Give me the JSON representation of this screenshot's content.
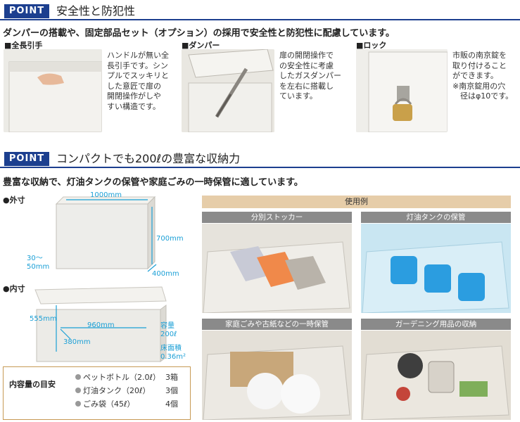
{
  "point1": {
    "badge": "POINT",
    "title": "安全性と防犯性",
    "lead": "ダンパーの搭載や、固定部品セット（オプション）の採用で安全性と防犯性に配慮しています。"
  },
  "features": [
    {
      "heading": "■全長引手",
      "lines": [
        "ハンドルが無い全",
        "長引手です。シン",
        "プルでスッキリと",
        "した意匠で扉の",
        "開閉操作がしや",
        "すい構造です。"
      ]
    },
    {
      "heading": "■ダンパー",
      "lines": [
        "扉の開閉操作で",
        "の安全性に考慮",
        "したガスダンパー",
        "を左右に搭載し",
        "ています。"
      ]
    },
    {
      "heading": "■ロック",
      "lines": [
        "市販の南京錠を",
        "取り付けること",
        "ができます。",
        "※南京錠用の穴",
        "　径はφ10です。"
      ]
    }
  ],
  "point2": {
    "badge": "POINT",
    "title": "コンパクトでも200ℓの豊富な収納力",
    "lead": "豊富な収納で、灯油タンクの保管や家庭ごみの一時保管に適しています。"
  },
  "outer": {
    "label": "●外寸",
    "width": "1000mm",
    "height": "700mm",
    "depth": "400mm",
    "leg_top": "30～",
    "leg_bottom": "50mm"
  },
  "inner": {
    "label": "●内寸",
    "height": "555mm",
    "width": "960mm",
    "depth": "380mm",
    "capacity_label": "容量",
    "capacity_value": "200ℓ",
    "floor_label": "床面積",
    "floor_value": "0.36m²"
  },
  "usage": {
    "title": "使用例",
    "items": [
      "分別ストッカー",
      "灯油タンクの保管",
      "家庭ごみや古紙などの一時保管",
      "ガーデニング用品の収納"
    ]
  },
  "capacity": {
    "title": "内容量の目安",
    "rows": [
      {
        "item": "ペットボトル（2.0ℓ）",
        "qty": "3箱"
      },
      {
        "item": "灯油タンク（20ℓ）",
        "qty": "3個"
      },
      {
        "item": "ごみ袋（45ℓ）",
        "qty": "4個"
      }
    ]
  },
  "colors": {
    "navy": "#1c3f8f",
    "accent_blue": "#1a9fd6",
    "beige": "#e6cda9",
    "grey_title": "#8a8a8a"
  }
}
